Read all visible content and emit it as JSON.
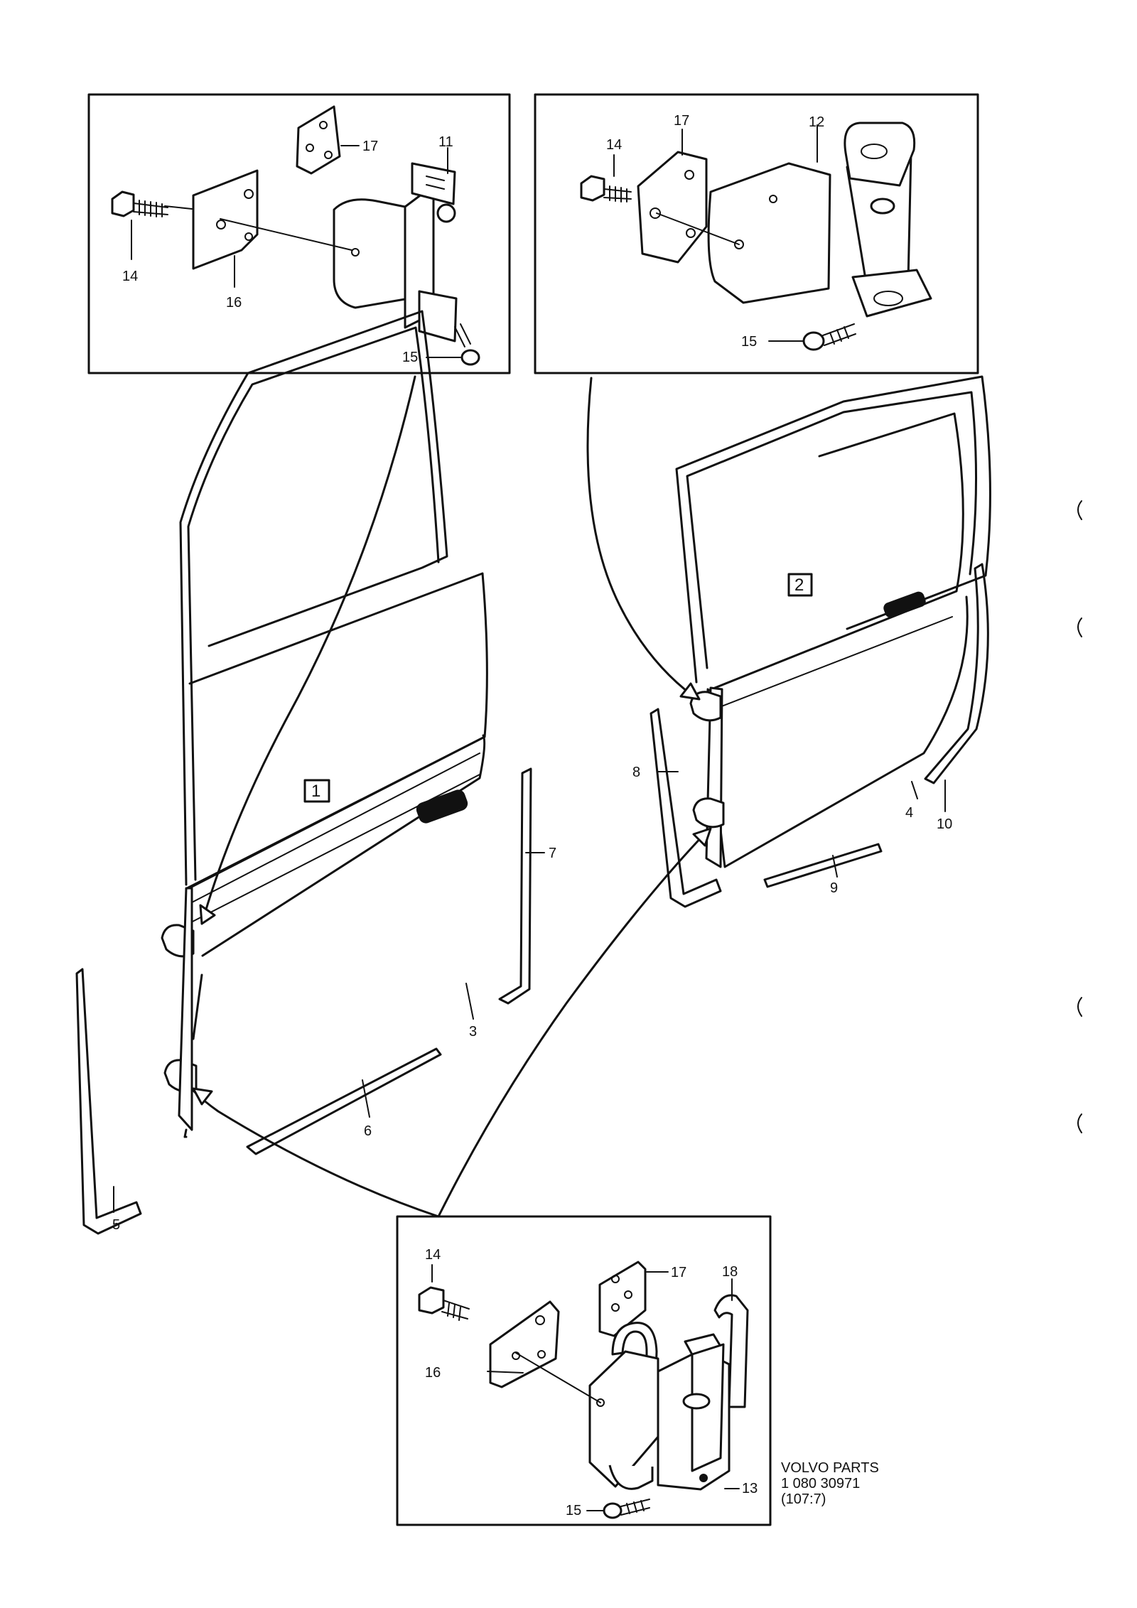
{
  "doors": {
    "front_label": "1",
    "rear_label": "2"
  },
  "callouts": {
    "c3": "3",
    "c4": "4",
    "c5": "5",
    "c6": "6",
    "c7": "7",
    "c8": "8",
    "c9": "9",
    "c10": "10",
    "tl_11": "11",
    "tl_14": "14",
    "tl_15": "15",
    "tl_16": "16",
    "tl_17": "17",
    "tr_12": "12",
    "tr_14": "14",
    "tr_15": "15",
    "tr_17": "17",
    "b_13": "13",
    "b_14": "14",
    "b_15": "15",
    "b_16": "16",
    "b_17": "17",
    "b_18": "18"
  },
  "reference": {
    "line1": "VOLVO PARTS",
    "line2": "1 080 30971",
    "line3": "(107:7)"
  }
}
